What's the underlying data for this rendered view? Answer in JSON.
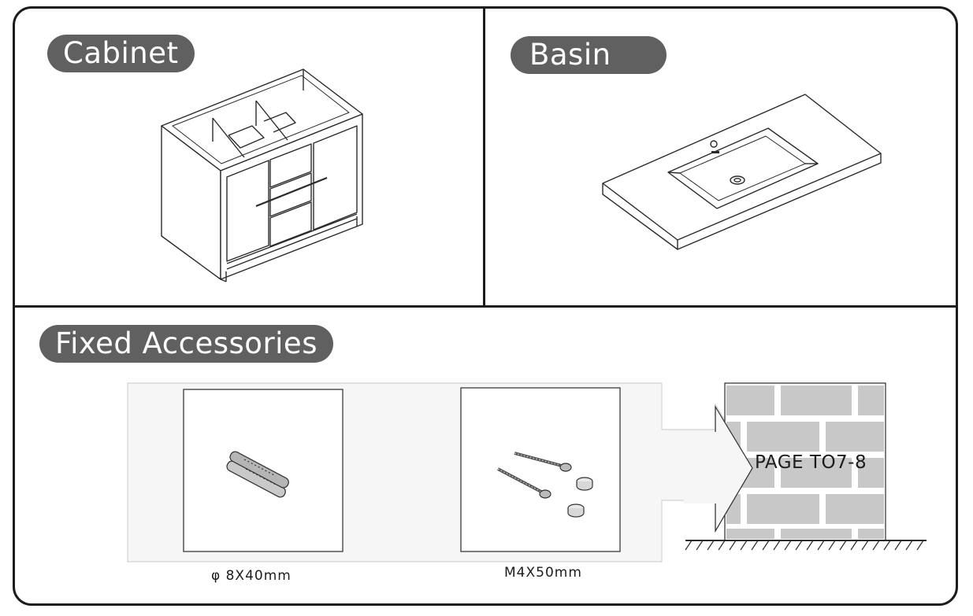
{
  "sections": {
    "cabinet": {
      "label": "Cabinet"
    },
    "basin": {
      "label": "Basin"
    },
    "fixed": {
      "label": "Fixed Accessories"
    }
  },
  "accessories": [
    {
      "caption": "φ 8X40mm",
      "icon": "wall-anchor-icon"
    },
    {
      "caption": "M4X50mm",
      "icon": "screw-icon"
    }
  ],
  "page_reference": "PAGE TO7-8"
}
